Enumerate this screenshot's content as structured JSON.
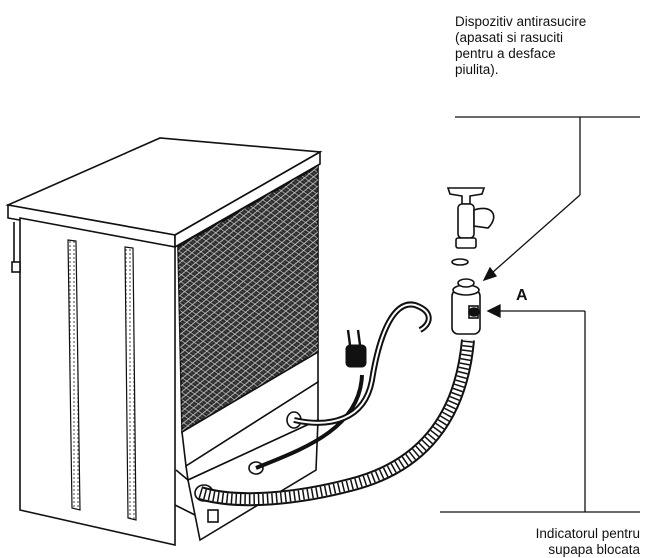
{
  "annotations": {
    "anti_twist": {
      "lines": [
        "Dispozitiv  antirasucire",
        "(apasati si rasuciti",
        "pentru a desface",
        "piulita)."
      ]
    },
    "marker": "A",
    "indicator": {
      "lines": [
        "Indicatorul pentru",
        "supapa blocata"
      ]
    }
  },
  "colors": {
    "ink": "#111111",
    "paper": "#ffffff"
  }
}
